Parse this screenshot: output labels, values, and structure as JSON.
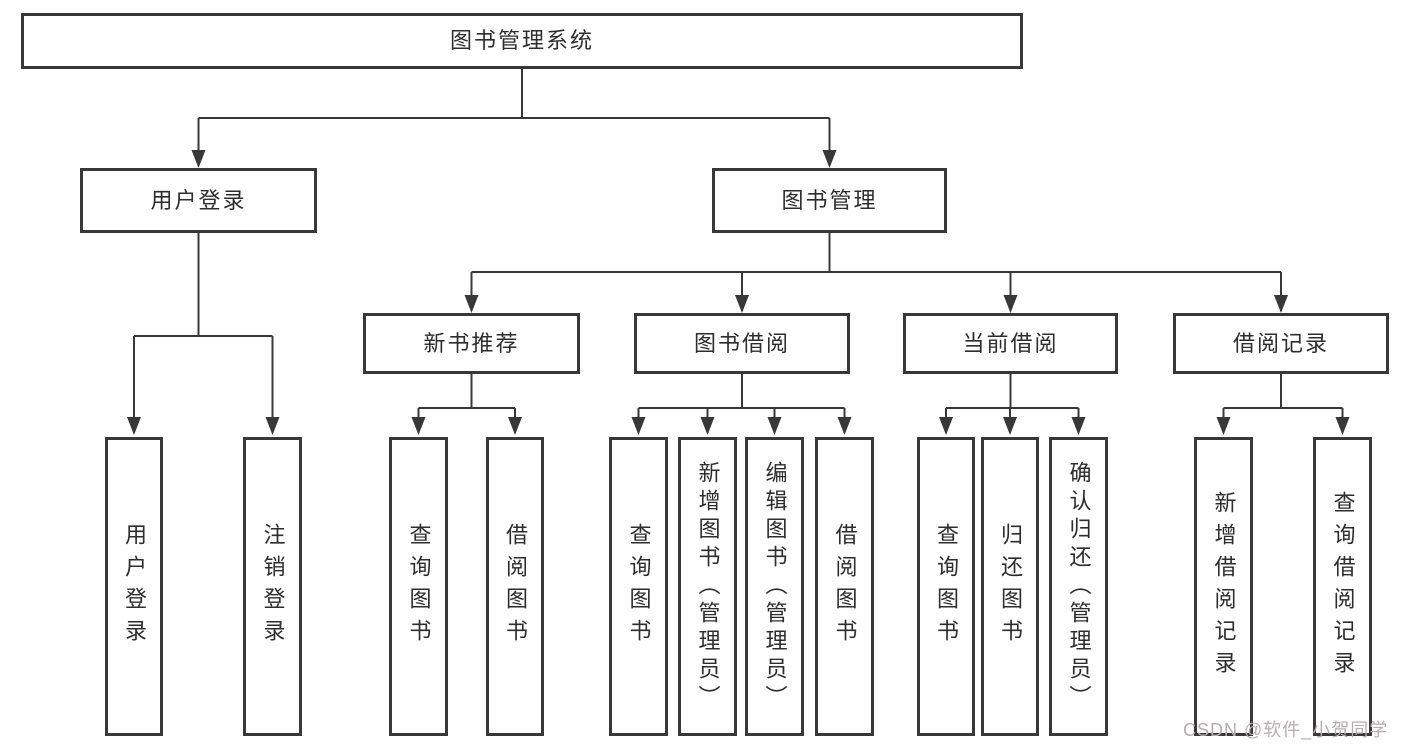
{
  "root": {
    "label": "图书管理系统"
  },
  "branches": {
    "user": {
      "label": "用户登录",
      "leaves": [
        {
          "label": "用户登录"
        },
        {
          "label": "注销登录"
        }
      ]
    },
    "book": {
      "label": "图书管理",
      "groups": [
        {
          "label": "新书推荐",
          "leaves": [
            {
              "label": "查询图书"
            },
            {
              "label": "借阅图书"
            }
          ]
        },
        {
          "label": "图书借阅",
          "leaves": [
            {
              "label": "查询图书"
            },
            {
              "label": "新增图书（管理员）"
            },
            {
              "label": "编辑图书（管理员）"
            },
            {
              "label": "借阅图书"
            }
          ]
        },
        {
          "label": "当前借阅",
          "leaves": [
            {
              "label": "查询图书"
            },
            {
              "label": "归还图书"
            },
            {
              "label": "确认归还（管理员）"
            }
          ]
        },
        {
          "label": "借阅记录",
          "leaves": [
            {
              "label": "新增借阅记录"
            },
            {
              "label": "查询借阅记录"
            }
          ]
        }
      ]
    }
  },
  "watermark": {
    "text": "CSDN @软件_小贺同学"
  },
  "colors": {
    "line": "#383838",
    "box_border": "#383838",
    "text": "#2d2d2d",
    "watermark": "#b5aeb0",
    "background": "#ffffff"
  }
}
